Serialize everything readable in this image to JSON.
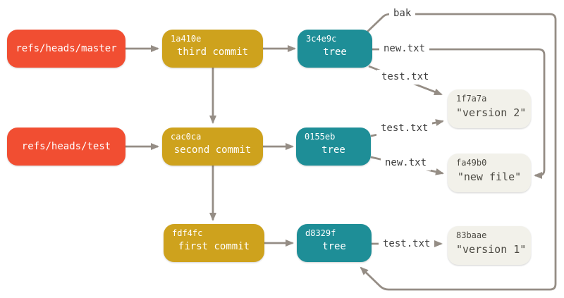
{
  "diagram_type": "git-object-graph",
  "colors": {
    "ref_box": "#F14E32",
    "commit_box": "#CEA21D",
    "tree_box": "#1E8E97",
    "blob_box": "#F2F1EA",
    "blob_text": "#4C4A43",
    "box_text": "#FFFFFF",
    "arrow": "#958D85",
    "edge_label_text": "#3D3D3D",
    "edge_label_bg": "#FFFFFF",
    "background": "#FFFFFF"
  },
  "nodes": {
    "ref_master": {
      "label": "refs/heads/master"
    },
    "ref_test": {
      "label": "refs/heads/test"
    },
    "commit_third": {
      "hash": "1a410e",
      "label": "third commit"
    },
    "commit_second": {
      "hash": "cac0ca",
      "label": "second commit"
    },
    "commit_first": {
      "hash": "fdf4fc",
      "label": "first commit"
    },
    "tree_third": {
      "hash": "3c4e9c",
      "label": "tree"
    },
    "tree_second": {
      "hash": "0155eb",
      "label": "tree"
    },
    "tree_first": {
      "hash": "d8329f",
      "label": "tree"
    },
    "blob_version2": {
      "hash": "1f7a7a",
      "label": "\"version 2\""
    },
    "blob_newfile": {
      "hash": "fa49b0",
      "label": "\"new file\""
    },
    "blob_version1": {
      "hash": "83baae",
      "label": "\"version 1\""
    }
  },
  "edge_labels": {
    "bak": "bak",
    "new_txt_top": "new.txt",
    "test_txt_top": "test.txt",
    "test_txt_mid": "test.txt",
    "new_txt_mid": "new.txt",
    "test_txt_bottom": "test.txt"
  }
}
